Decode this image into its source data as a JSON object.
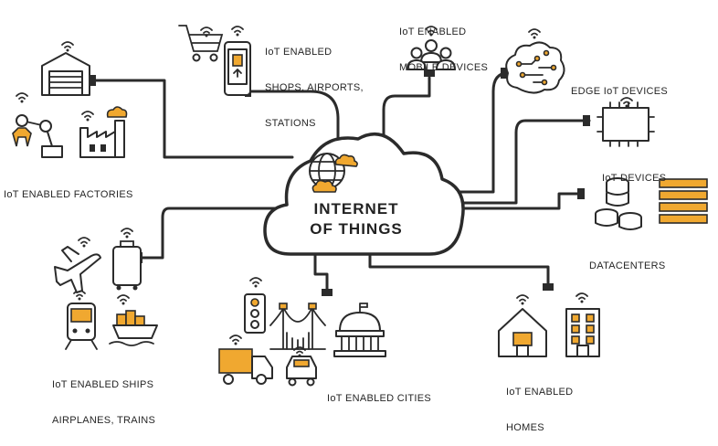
{
  "center": {
    "line1": "INTERNET",
    "line2": "OF THINGS"
  },
  "labels": {
    "shops": [
      "IoT ENABLED",
      "SHOPS, AIRPORTS,",
      "STATIONS"
    ],
    "mobile": [
      "IoT ENABLED",
      "MOBILE DEVICES"
    ],
    "edge": [
      "EDGE IoT DEVICES"
    ],
    "factories": [
      "IoT ENABLED FACTORIES"
    ],
    "iot_devices": [
      "IoT DEVICES"
    ],
    "datacenters": [
      "DATACENTERS"
    ],
    "ships": [
      "IoT ENABLED SHIPS",
      "AIRPLANES, TRAINS"
    ],
    "cities": [
      "IoT ENABLED CITIES"
    ],
    "homes": [
      "IoT ENABLED",
      "HOMES"
    ]
  },
  "colors": {
    "accent": "#f0a830",
    "stroke": "#2b2b2b",
    "background": "#ffffff"
  },
  "icons": [
    "shopping-cart-icon",
    "smartphone-icon",
    "people-group-icon",
    "brain-circuit-icon",
    "warehouse-icon",
    "robot-arm-icon",
    "factory-icon",
    "chip-icon",
    "database-icon",
    "server-rack-icon",
    "airplane-icon",
    "luggage-icon",
    "train-icon",
    "ship-icon",
    "traffic-light-icon",
    "bridge-icon",
    "capitol-icon",
    "truck-icon",
    "car-icon",
    "house-icon",
    "apartment-building-icon",
    "globe-icon",
    "wifi-icon"
  ]
}
